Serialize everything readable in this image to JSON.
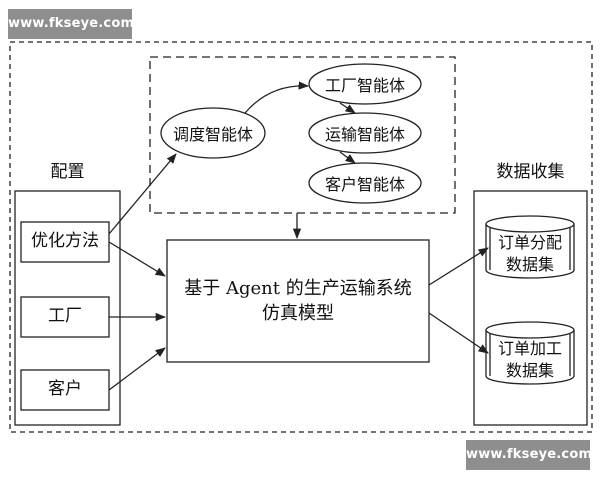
{
  "watermark": {
    "top": "www.fkseye.com",
    "bottom": "www.fkseye.com"
  },
  "config": {
    "title": "配置",
    "items": [
      "优化方法",
      "工厂",
      "客户"
    ]
  },
  "agents": {
    "dispatch": "调度智能体",
    "factory": "工厂智能体",
    "transport": "运输智能体",
    "customer": "客户智能体"
  },
  "model": {
    "line1": "基于 Agent 的生产运输系统",
    "line2": "仿真模型"
  },
  "collection": {
    "title": "数据收集",
    "db1": {
      "line1": "订单分配",
      "line2": "数据集"
    },
    "db2": {
      "line1": "订单加工",
      "line2": "数据集"
    }
  },
  "colors": {
    "stroke": "#222222",
    "watermark_bg": "#8e8e8e",
    "watermark_text": "#ffffff"
  }
}
